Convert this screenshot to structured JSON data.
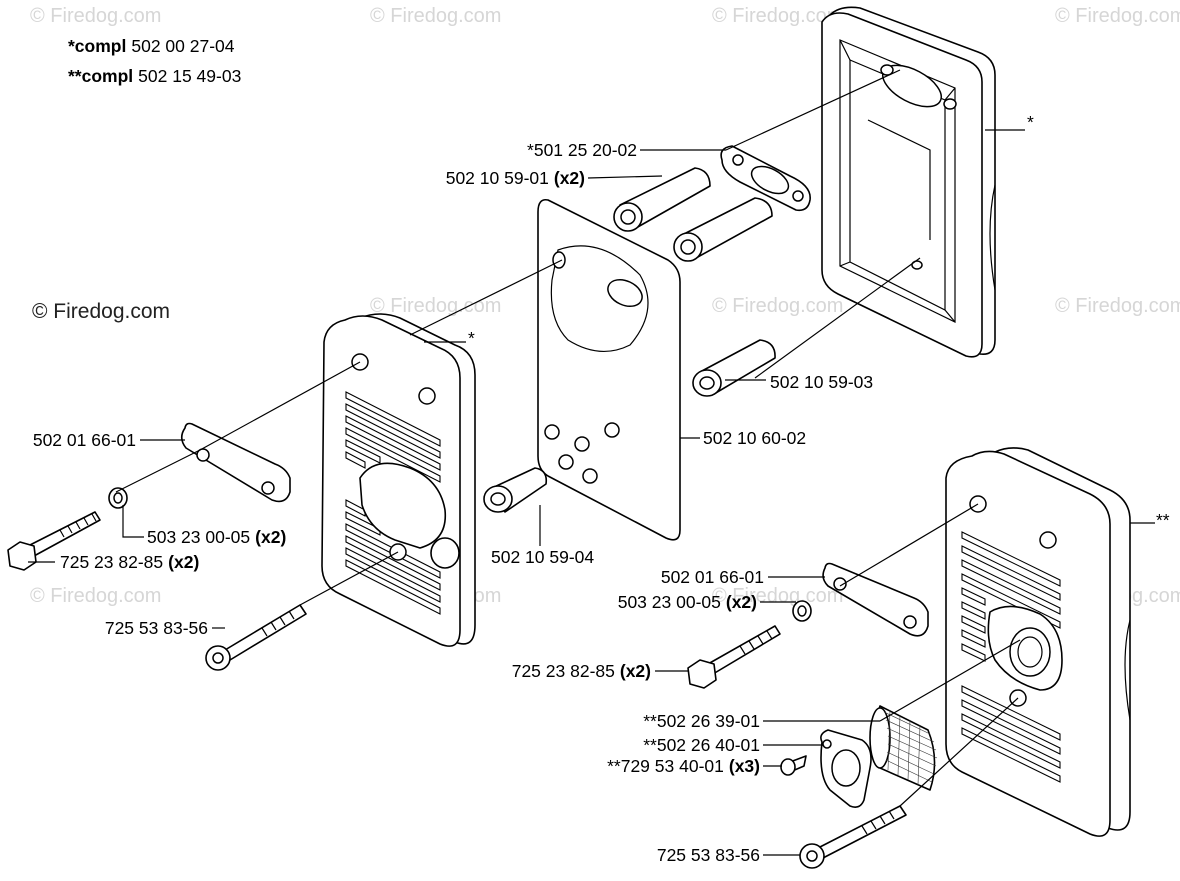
{
  "compl": [
    {
      "prefix": "*compl",
      "number": "502 00 27-04"
    },
    {
      "prefix": "**compl",
      "number": "502 15 49-03"
    }
  ],
  "watermarks": {
    "small": "© Firedog.com",
    "main": "© Firedog.com"
  },
  "callouts": {
    "star_top": "*",
    "star_mid": "*",
    "star_right": "**",
    "c1": {
      "num": "*501 25 20-02",
      "qty": ""
    },
    "c2": {
      "num": "502 10 59-01",
      "qty": "(x2)"
    },
    "c3": {
      "num": "502 10 59-03",
      "qty": ""
    },
    "c4": {
      "num": "502 10 60-02",
      "qty": ""
    },
    "c5": {
      "num": "502 01 66-01",
      "qty": ""
    },
    "c6": {
      "num": "503 23 00-05",
      "qty": "(x2)"
    },
    "c7": {
      "num": "725 23 82-85",
      "qty": "(x2)"
    },
    "c8": {
      "num": "502 10 59-04",
      "qty": ""
    },
    "c9": {
      "num": "725 53 83-56",
      "qty": ""
    },
    "c10": {
      "num": "502 01 66-01",
      "qty": ""
    },
    "c11": {
      "num": "503 23 00-05",
      "qty": "(x2)"
    },
    "c12": {
      "num": "725 23 82-85",
      "qty": "(x2)"
    },
    "c13": {
      "num": "**502 26 39-01",
      "qty": ""
    },
    "c14": {
      "num": "**502 26 40-01",
      "qty": ""
    },
    "c15": {
      "num": "**729 53 40-01",
      "qty": "(x3)"
    },
    "c16": {
      "num": "725 53 83-56",
      "qty": ""
    }
  }
}
